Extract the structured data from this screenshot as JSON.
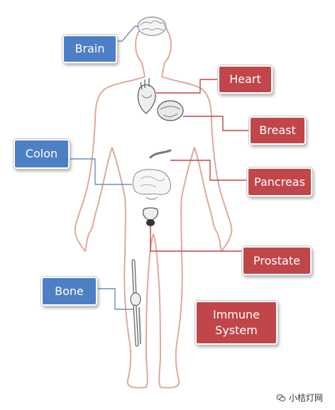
{
  "labels": {
    "brain": "Brain",
    "heart": "Heart",
    "breast": "Breast",
    "colon": "Colon",
    "pancreas": "Pancreas",
    "prostate": "Prostate",
    "bone": "Bone",
    "immune": "Immune\nSystem"
  },
  "watermark": {
    "text": "小桔灯网",
    "icon": "wechat-icon"
  },
  "colors": {
    "blue_box": "#4d7fc4",
    "red_box": "#c0464a",
    "body_outline": "#e2a89c",
    "connector_blue": "#6a8fc4",
    "connector_red": "#c0464a"
  }
}
